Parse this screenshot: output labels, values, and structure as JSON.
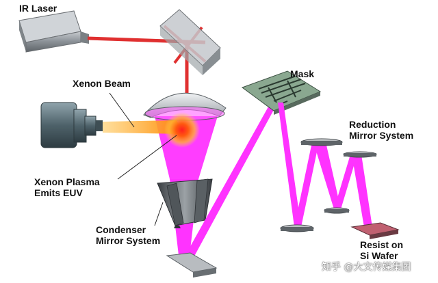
{
  "labels": {
    "ir_laser": "IR Laser",
    "xenon_beam": "Xenon Beam",
    "xenon_plasma_line1": "Xenon Plasma",
    "xenon_plasma_line2": "Emits EUV",
    "condenser_line1": "Condenser",
    "condenser_line2": "Mirror System",
    "mask": "Mask",
    "reduction_line1": "Reduction",
    "reduction_line2": "Mirror System",
    "resist_line1": "Resist on",
    "resist_line2": "Si Wafer"
  },
  "watermark": "知乎 @大文传媒集团",
  "colors": {
    "euv_beam": "#ff33ff",
    "ir_laser_beam": "#e03030",
    "xenon_beam": "#ffa020",
    "device_gray": "#808890",
    "device_blue_gray": "#556870",
    "mask_green": "#8aa890"
  }
}
